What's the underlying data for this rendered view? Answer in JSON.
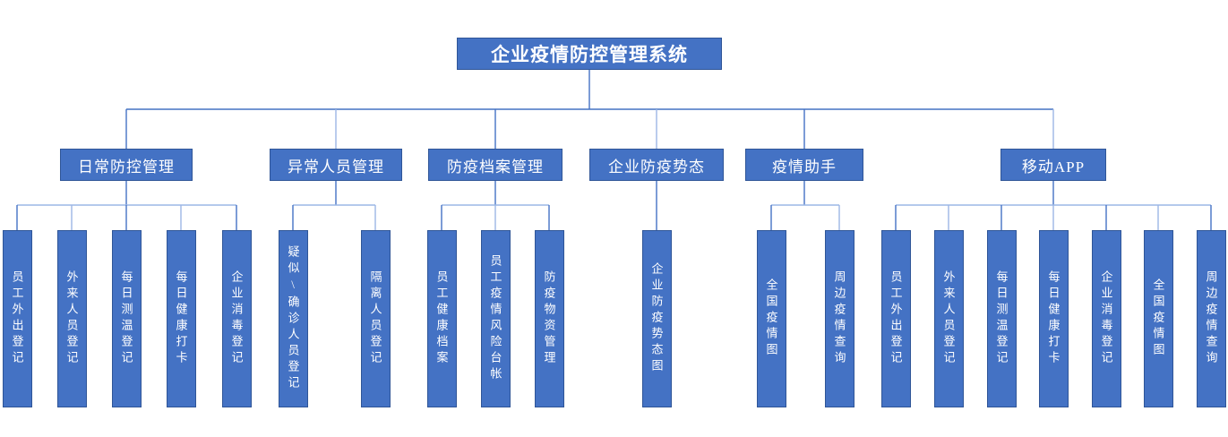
{
  "title": "企业疫情防控管理系统",
  "colors": {
    "box_fill": "#4472C4",
    "box_border": "#2F5597",
    "connector_line": "#4472C4",
    "connector_line_light": "#9CB7E5",
    "text": "#FFFFFF",
    "background": "#FFFFFF"
  },
  "tree": {
    "root": {
      "label": "企业疫情防控管理系统"
    },
    "branches": [
      {
        "label": "日常防控管理",
        "children": [
          "员工外出登记",
          "外来人员登记",
          "每日测温登记",
          "每日健康打卡",
          "企业消毒登记"
        ]
      },
      {
        "label": "异常人员管理",
        "children": [
          "疑似\\确诊人员登记",
          "隔离人员登记"
        ]
      },
      {
        "label": "防疫档案管理",
        "children": [
          "员工健康档案",
          "员工疫情风险台帐",
          "防疫物资管理"
        ]
      },
      {
        "label": "企业防疫势态",
        "children": [
          "企业防疫势态图"
        ]
      },
      {
        "label": "疫情助手",
        "children": [
          "全国疫情图",
          "周边疫情查询"
        ]
      },
      {
        "label": "移动APP",
        "children": [
          "员工外出登记",
          "外来人员登记",
          "每日测温登记",
          "每日健康打卡",
          "企业消毒登记",
          "全国疫情图",
          "周边疫情查询"
        ]
      }
    ]
  }
}
